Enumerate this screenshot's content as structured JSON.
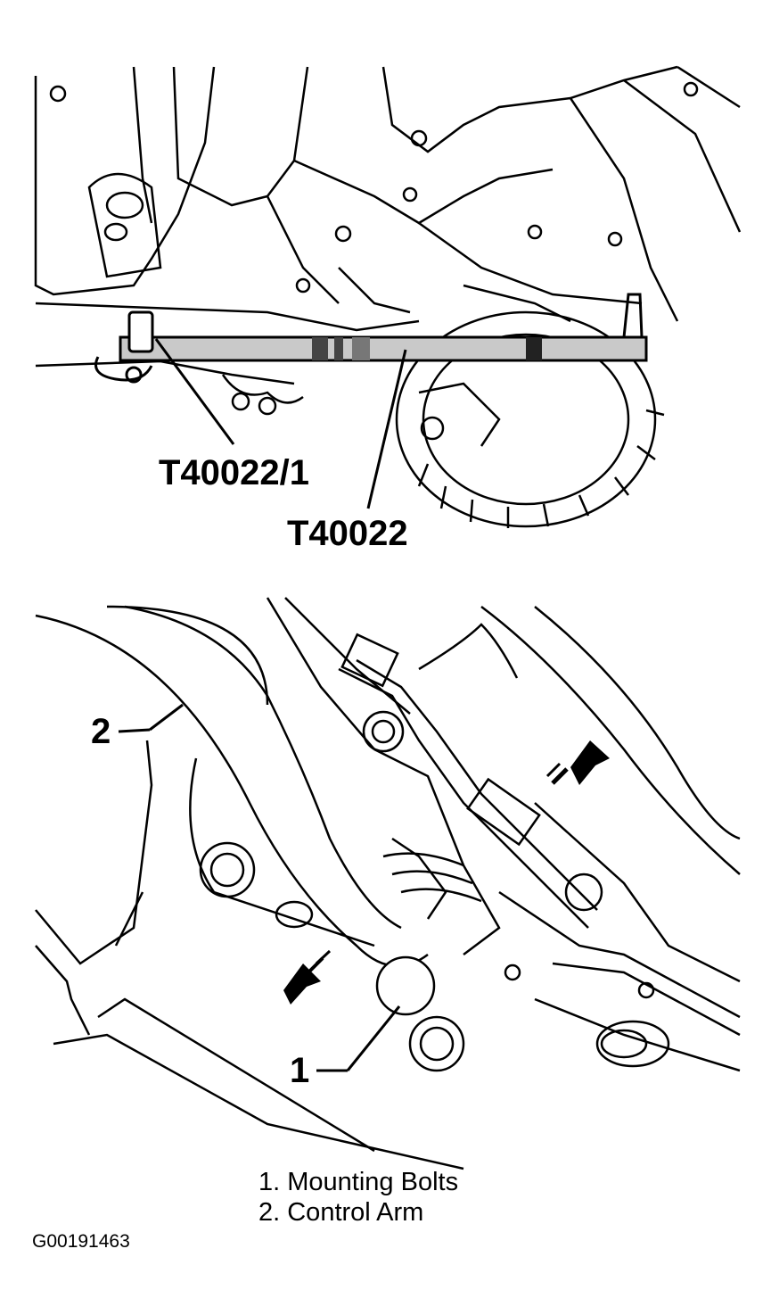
{
  "top_figure": {
    "callouts": [
      {
        "id": "tool-adapter",
        "text": "T40022/1"
      },
      {
        "id": "tool-bar",
        "text": "T40022"
      }
    ]
  },
  "bottom_figure": {
    "callouts": [
      {
        "id": "bolts",
        "text": "1"
      },
      {
        "id": "arm",
        "text": "2"
      }
    ]
  },
  "legend": [
    "1. Mounting Bolts",
    "2. Control Arm"
  ],
  "figure_id": "G00191463"
}
